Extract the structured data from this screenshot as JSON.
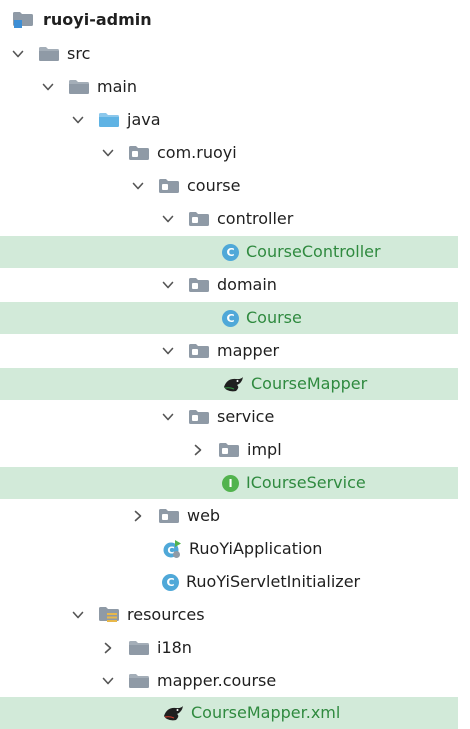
{
  "project": {
    "name": "ruoyi-admin"
  },
  "tree": {
    "src": "src",
    "main": "main",
    "java": "java",
    "com_ruoyi": "com.ruoyi",
    "course": "course",
    "controller": "controller",
    "course_controller": "CourseController",
    "domain": "domain",
    "course_class": "Course",
    "mapper": "mapper",
    "course_mapper": "CourseMapper",
    "service": "service",
    "impl": "impl",
    "icourse_service": "ICourseService",
    "web": "web",
    "ruoyi_application": "RuoYiApplication",
    "ruoyi_servlet_initializer": "RuoYiServletInitializer",
    "resources": "resources",
    "i18n": "i18n",
    "mapper_course": "mapper.course",
    "course_mapper_xml": "CourseMapper.xml"
  },
  "icons": {
    "class_letter": "C",
    "interface_letter": "I"
  },
  "colors": {
    "selection": "#d2ead9",
    "new_file_text": "#2f8a3f",
    "class_icon": "#4fa8d8",
    "interface_icon": "#52b34e",
    "folder": "#8f9aa6"
  }
}
